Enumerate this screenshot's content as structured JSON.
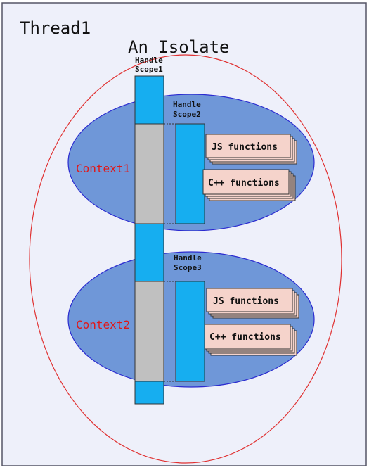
{
  "thread_label": "Thread1",
  "isolate_label": "An Isolate",
  "handle_scopes": [
    {
      "line1": "Handle",
      "line2": "Scope1"
    },
    {
      "line1": "Handle",
      "line2": "Scope2"
    },
    {
      "line1": "Handle",
      "line2": "Scope3"
    }
  ],
  "contexts": [
    {
      "label": "Context1",
      "js_label": "JS functions",
      "cpp_label": "C++ functions"
    },
    {
      "label": "Context2",
      "js_label": "JS functions",
      "cpp_label": "C++ functions"
    }
  ],
  "colors": {
    "frame_bg": "#eef0fa",
    "frame_border": "#555566",
    "isolate_border": "#e03030",
    "context_fill": "#6f97d8",
    "context_border": "#2b2bd0",
    "scope_fill": "#16aef0",
    "grey_fill": "#c0c0c0",
    "func_fill": "#f5d3cb",
    "context_text": "#e01818"
  }
}
